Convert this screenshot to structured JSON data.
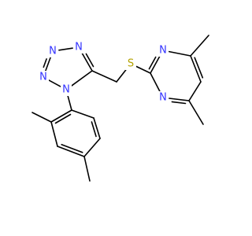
{
  "molecule": {
    "atoms": [
      {
        "id": "N1",
        "label": "N"
      },
      {
        "id": "N2",
        "label": "N"
      },
      {
        "id": "N3",
        "label": "N"
      },
      {
        "id": "N4",
        "label": "N"
      },
      {
        "id": "S1",
        "label": "S"
      },
      {
        "id": "N5",
        "label": "N"
      },
      {
        "id": "N6",
        "label": "N"
      }
    ],
    "colors": {
      "bond": "#000000",
      "nitrogen": "#3333ff",
      "sulfur": "#b3a200"
    }
  }
}
